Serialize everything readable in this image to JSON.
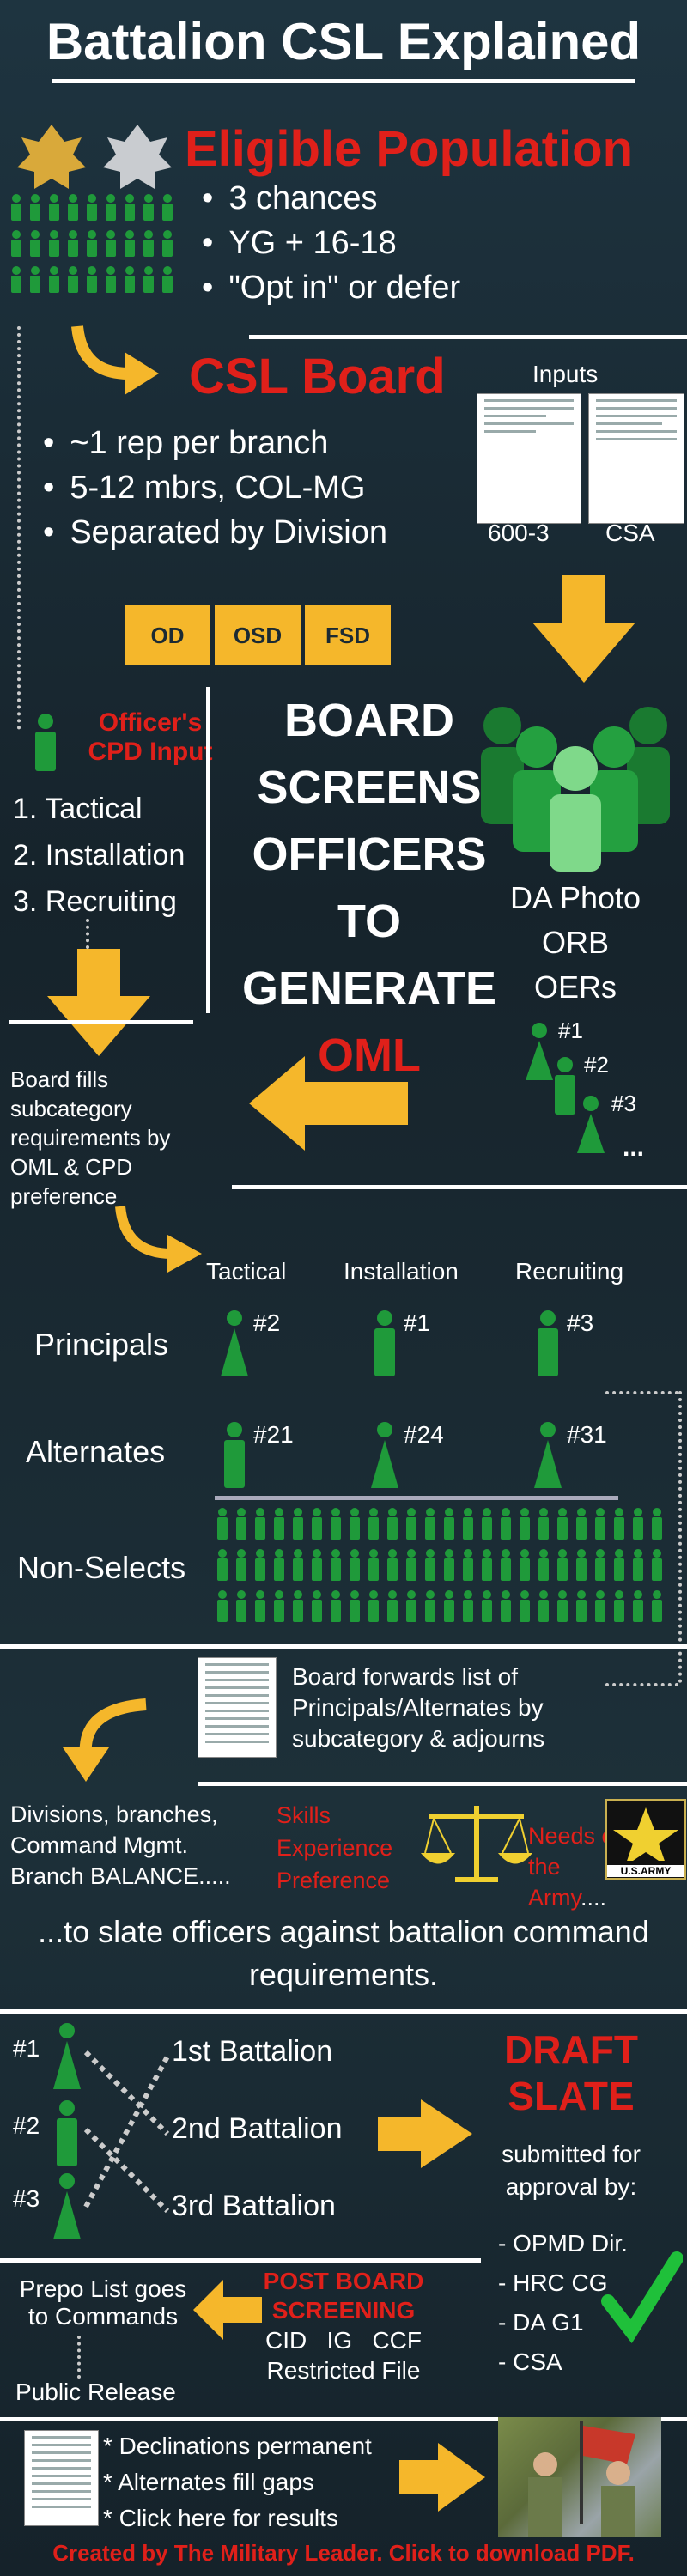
{
  "title": "Battalion CSL Explained",
  "eligible": {
    "heading": "Eligible Population",
    "bullets": [
      "3 chances",
      "YG + 16-18",
      "\"Opt in\" or defer"
    ]
  },
  "board": {
    "heading": "CSL Board",
    "bullets": [
      "~1 rep per branch",
      "5-12 mbrs, COL-MG",
      "Separated by Division"
    ],
    "divisions": [
      "OD",
      "OSD",
      "FSD"
    ],
    "inputs_label": "Inputs",
    "input_docs": [
      "600-3",
      "CSA"
    ]
  },
  "cpd": {
    "heading": "Officer's CPD Input",
    "items": [
      "1. Tactical",
      "2. Installation",
      "3. Recruiting"
    ]
  },
  "screens": {
    "lines": [
      "BOARD",
      "SCREENS",
      "OFFICERS",
      "TO",
      "GENERATE"
    ],
    "oml": "OML",
    "materials": [
      "DA Photo",
      "ORB",
      "OERs"
    ],
    "ranks": [
      "#1",
      "#2",
      "#3"
    ],
    "ellipsis": "..."
  },
  "fill": {
    "text": "Board fills subcategory requirements by OML & CPD preference",
    "columns": [
      "Tactical",
      "Installation",
      "Recruiting"
    ],
    "principals_label": "Principals",
    "principals": [
      "#2",
      "#1",
      "#3"
    ],
    "alternates_label": "Alternates",
    "alternates": [
      "#21",
      "#24",
      "#31"
    ],
    "nonselects_label": "Non-Selects"
  },
  "forward": {
    "text": "Board forwards list of Principals/Alternates by subcategory & adjourns"
  },
  "balance": {
    "left": "Divisions, branches, Command Mgmt. Branch BALANCE.....",
    "skills": [
      "Skills",
      "Experience",
      "Preference"
    ],
    "needs": "Needs of the Army",
    "needs_suffix": "....",
    "army_logo": "U.S.ARMY",
    "slate_text": "...to slate officers against battalion command requirements."
  },
  "slate": {
    "ranks": [
      "#1",
      "#2",
      "#3"
    ],
    "battalions": [
      "1st Battalion",
      "2nd Battalion",
      "3rd Battalion"
    ],
    "draft": "DRAFT SLATE",
    "submitted": "submitted for approval by:",
    "approvers": [
      "- OPMD Dir.",
      "- HRC CG",
      "- DA G1",
      "- CSA"
    ]
  },
  "post": {
    "prepo": "Prepo List goes to Commands",
    "heading": "POST BOARD SCREENING",
    "checks": "CID   IG   CCF",
    "restricted": "Restricted File",
    "public": "Public Release"
  },
  "final": {
    "notes": [
      "* Declinations permanent",
      "* Alternates fill gaps",
      "* Click here for results"
    ]
  },
  "footer": "Created by The Military Leader. Click to download PDF.",
  "colors": {
    "accent": "#f5b72b",
    "red": "#e0201a",
    "green": "#1f9a3a",
    "bg": "#1b2a33"
  }
}
